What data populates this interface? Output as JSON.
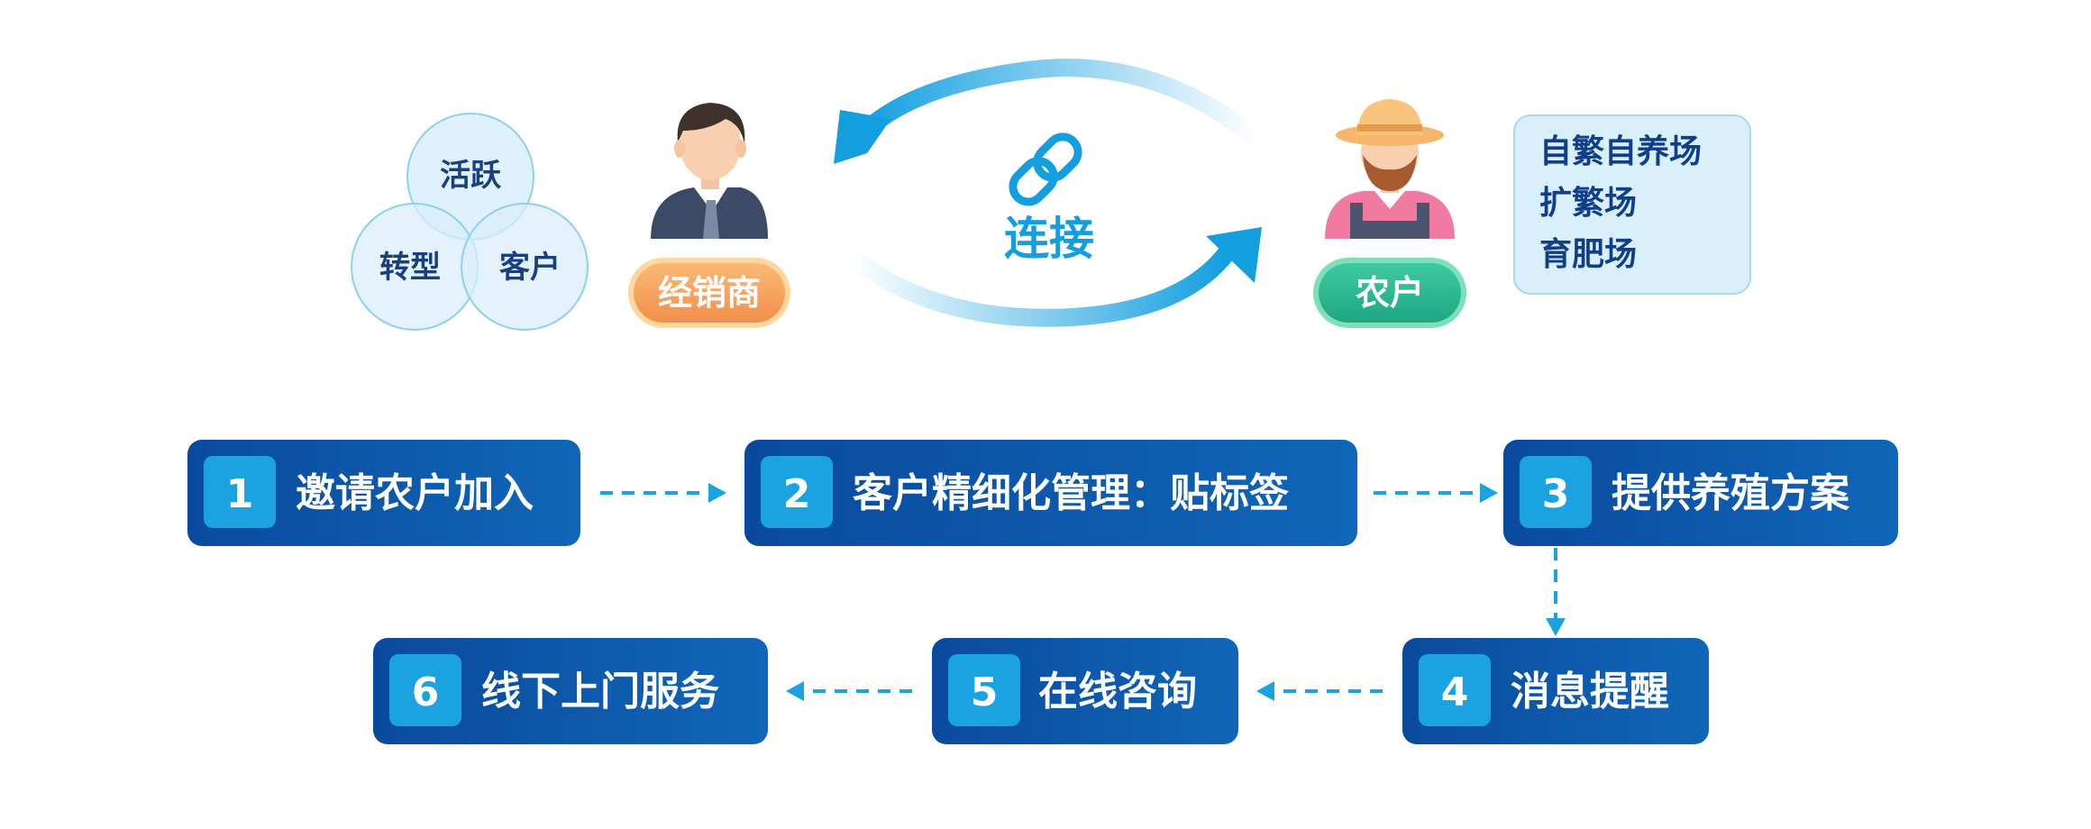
{
  "venn": {
    "circles": [
      "活跃",
      "转型",
      "客户"
    ]
  },
  "dealer": {
    "label": "经销商"
  },
  "link": {
    "label": "连接"
  },
  "farmer": {
    "label": "农户"
  },
  "farm_types": [
    "自繁自养场",
    "扩繁场",
    "育肥场"
  ],
  "steps": [
    {
      "number": "1",
      "label": "邀请农户加入"
    },
    {
      "number": "2",
      "label": "客户精细化管理：贴标签"
    },
    {
      "number": "3",
      "label": "提供养殖方案"
    },
    {
      "number": "4",
      "label": "消息提醒"
    },
    {
      "number": "5",
      "label": "在线咨询"
    },
    {
      "number": "6",
      "label": "线下上门服务"
    }
  ],
  "colors": {
    "step_box": "#0a4fa0",
    "step_badge": "#1aa3e0",
    "arrow": "#1aa3e0",
    "venn_fill": "#d9eefb",
    "venn_stroke": "#8fd0f0",
    "venn_text": "#1a3f80",
    "dealer_badge": "#f7a15a",
    "farmer_badge": "#2bb58f",
    "farm_panel": "#daeffc",
    "farm_text": "#0f3f8a"
  }
}
